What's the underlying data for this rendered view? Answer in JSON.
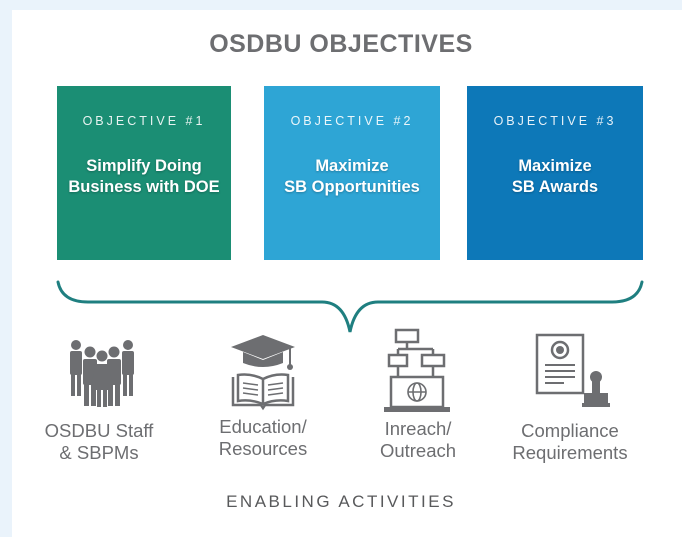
{
  "title": "OSDBU OBJECTIVES",
  "objectives": [
    {
      "number": "OBJECTIVE #1",
      "label": "Simplify Doing\nBusiness with DOE",
      "color": "#1b8e74"
    },
    {
      "number": "OBJECTIVE #2",
      "label": "Maximize\nSB Opportunities",
      "color": "#2ea5d5"
    },
    {
      "number": "OBJECTIVE #3",
      "label": "Maximize\nSB Awards",
      "color": "#0d78b8"
    }
  ],
  "activities": [
    {
      "label": "OSDBU Staff\n& SBPMs",
      "icon": "people-group-icon"
    },
    {
      "label": "Education/\nResources",
      "icon": "graduation-book-icon"
    },
    {
      "label": "Inreach/\nOutreach",
      "icon": "org-chart-laptop-icon"
    },
    {
      "label": "Compliance\nRequirements",
      "icon": "certificate-stamp-icon"
    }
  ],
  "footer": "ENABLING ACTIVITIES",
  "colors": {
    "brace": "#1f7f80",
    "icon": "#6d6e71",
    "text": "#6d6e71"
  }
}
